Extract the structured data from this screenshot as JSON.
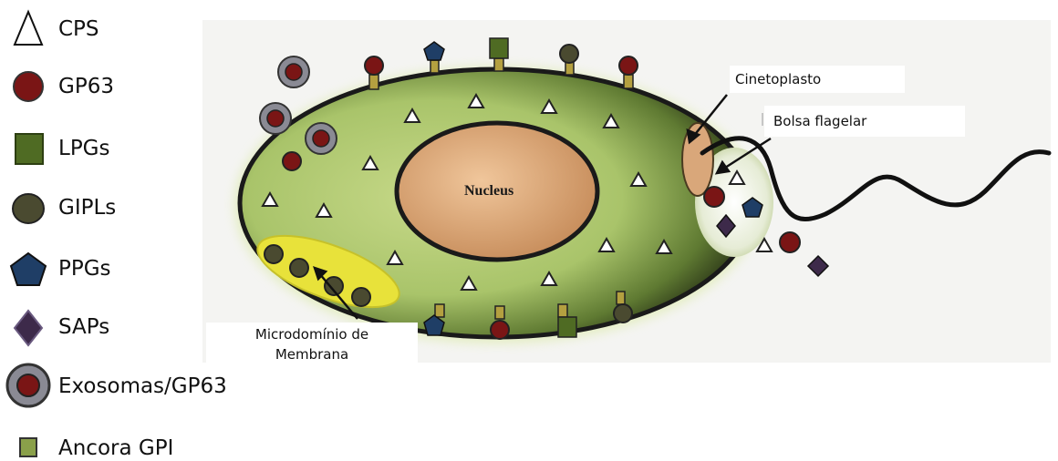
{
  "legend": {
    "cps": "CPS",
    "gp63": "GP63",
    "lpgs": "LPGs",
    "gipls": "GIPLs",
    "ppgs": "PPGs",
    "saps": "SAPs",
    "exosomas": "Exosomas/GP63",
    "ancora": "Ancora GPI"
  },
  "labels": {
    "nucleus": "Nucleus",
    "cinetoplasto": "Cinetoplasto",
    "bolsa": "Bolsa flagelar",
    "microdominio_line1": "Microdomínio de",
    "microdominio_line2": "Membrana"
  },
  "colors": {
    "cell_green": "#a9c46a",
    "nucleus_fill": "#d9a77a",
    "gp63_red": "#7a1515",
    "lpg_green": "#4f6b23",
    "gipl_olive": "#4a4a30",
    "ppg_blue": "#1f3e66",
    "sap_purple": "#3d2a4a",
    "exosome_gray": "#8a8a94",
    "anchor_olive": "#b4a040",
    "microdomain_yellow": "#e8e23a"
  }
}
